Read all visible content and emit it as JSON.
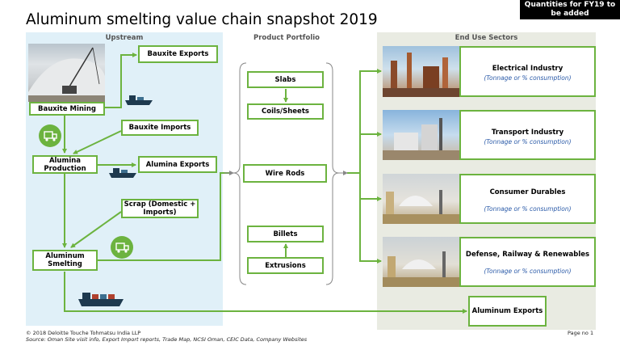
{
  "title": "Aluminum smelting value chain snapshot 2019",
  "note": "Quantities for FY19 to be added",
  "sections": {
    "upstream": "Upstream",
    "portfolio": "Product Portfolio",
    "end_use": "End Use Sectors"
  },
  "upstream": {
    "bauxite_exports": "Bauxite Exports",
    "bauxite_mining": "Bauxite Mining",
    "bauxite_imports": "Bauxite Imports",
    "alumina_production": "Alumina Production",
    "alumina_exports": "Alumina Exports",
    "scrap": "Scrap (Domestic + Imports)",
    "aluminum_smelting": "Aluminum Smelting"
  },
  "portfolio": {
    "slabs": "Slabs",
    "coils": "Coils/Sheets",
    "wire_rods": "Wire Rods",
    "billets": "Billets",
    "extrusions": "Extrusions"
  },
  "end_use": [
    {
      "title": "Electrical Industry",
      "subtitle": "(Tonnage or % consumption)"
    },
    {
      "title": "Transport Industry",
      "subtitle": "(Tonnage or % consumption)"
    },
    {
      "title": "Consumer Durables",
      "subtitle": "(Tonnage or % consumption)"
    },
    {
      "title": "Defense, Railway & Renewables",
      "subtitle": "(Tonnage or % consumption)"
    }
  ],
  "aluminum_exports": "Aluminum Exports",
  "footer": {
    "copyright": "© 2018 Deloitte Touche Tohmatsu India LLP",
    "source": "Source: Oman Site visit info, Export Import reports, Trade Map, NCSI Oman, CEIC Data, Company Websites",
    "page": "Page no 1"
  },
  "colors": {
    "arrow": "#6cb33f",
    "panel_upstream": "#e0f0f8",
    "panel_end_use": "#e9ebe2",
    "subtitle": "#2a5aa8"
  }
}
